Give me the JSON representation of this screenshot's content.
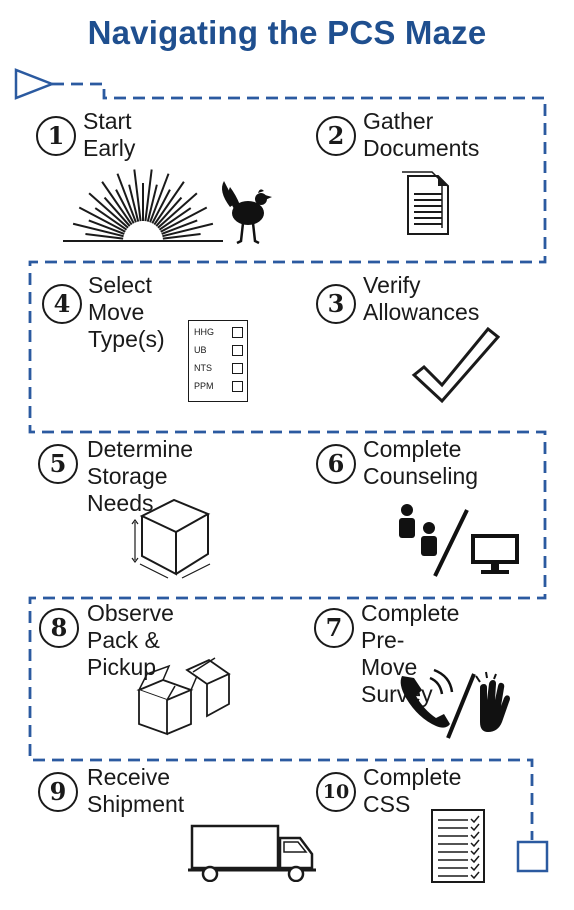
{
  "title": "Navigating the PCS Maze",
  "steps": {
    "s1": {
      "num": "1",
      "label": "Start\nEarly",
      "icon": "sunrise-rooster-icon"
    },
    "s2": {
      "num": "2",
      "label": "Gather\nDocuments",
      "icon": "documents-icon"
    },
    "s3": {
      "num": "3",
      "label": "Verify\nAllowances",
      "icon": "checkmark-icon"
    },
    "s4": {
      "num": "4",
      "label": "Select Move\nType(s)",
      "icon": "checklist-icon",
      "options": [
        "HHG",
        "UB",
        "NTS",
        "PPM"
      ]
    },
    "s5": {
      "num": "5",
      "label": "Determine\nStorage Needs",
      "icon": "box-icon"
    },
    "s6": {
      "num": "6",
      "label": "Complete\nCounseling",
      "icon": "counseling-icon"
    },
    "s7": {
      "num": "7",
      "label": "Complete\nPre-Move Survey",
      "icon": "phone-wave-icon"
    },
    "s8": {
      "num": "8",
      "label": "Observe\nPack & Pickup",
      "icon": "open-boxes-icon"
    },
    "s9": {
      "num": "9",
      "label": "Receive\nShipment",
      "icon": "truck-icon"
    },
    "s10": {
      "num": "10",
      "label": "Complete\nCSS",
      "icon": "checklist-doc-icon"
    }
  },
  "colors": {
    "title": "#1f4f8f",
    "path": "#2b5aa0",
    "ink": "#1a1a1a"
  }
}
